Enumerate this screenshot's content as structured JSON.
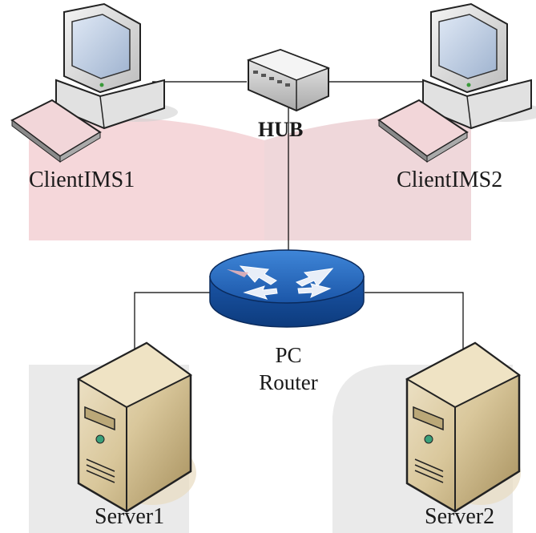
{
  "nodes": {
    "client1": {
      "label": "ClientIMS1",
      "icon": "desktop-computer-icon"
    },
    "client2": {
      "label": "ClientIMS2",
      "icon": "desktop-computer-icon"
    },
    "hub": {
      "label": "HUB",
      "icon": "hub-icon"
    },
    "router": {
      "label_line1": "PC",
      "label_line2": "Router",
      "icon": "router-icon"
    },
    "server1": {
      "label": "Server1",
      "icon": "server-tower-icon"
    },
    "server2": {
      "label": "Server2",
      "icon": "server-tower-icon"
    }
  },
  "colors": {
    "line": "#000000",
    "router_blue": "#1e63b8",
    "server_beige": "#d8c59a",
    "watermark_red": "#e8b4b8",
    "watermark_gray": "#e6e6e6"
  }
}
